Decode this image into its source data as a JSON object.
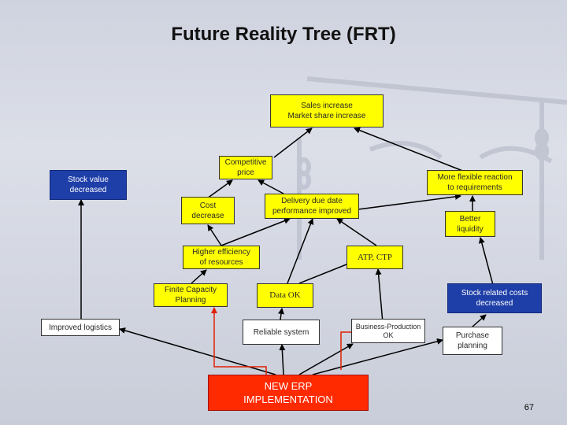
{
  "slide": {
    "title": "Future Reality Tree  (FRT)",
    "page_number": "67"
  },
  "nodes": {
    "sales": "Sales increase\nMarket share increase",
    "competitive_price": "Competitive\nprice",
    "stock_value": "Stock value\ndecreased",
    "more_flexible": "More flexible reaction\nto requirements",
    "cost_decrease": "Cost\ndecrease",
    "delivery": "Delivery due date\nperformance improved",
    "better_liquidity": "Better\nliquidity",
    "higher_efficiency": "Higher efficiency\nof resources",
    "atp_ctp": "ATP, CTP",
    "finite_capacity": "Finite Capacity\nPlanning",
    "data_ok": "Data OK",
    "stock_costs": "Stock related costs\ndecreased",
    "improved_logistics": "Improved logistics",
    "reliable_system": "Reliable system",
    "business_production": "Business-Production\nOK",
    "purchase_planning": "Purchase\nplanning",
    "new_erp": "NEW ERP\nIMPLEMENTATION"
  },
  "colors": {
    "yellow": "#ffff00",
    "blue": "#1e3ea8",
    "red": "#ff2a00",
    "red_line": "#e02000",
    "black_line": "#000000"
  }
}
